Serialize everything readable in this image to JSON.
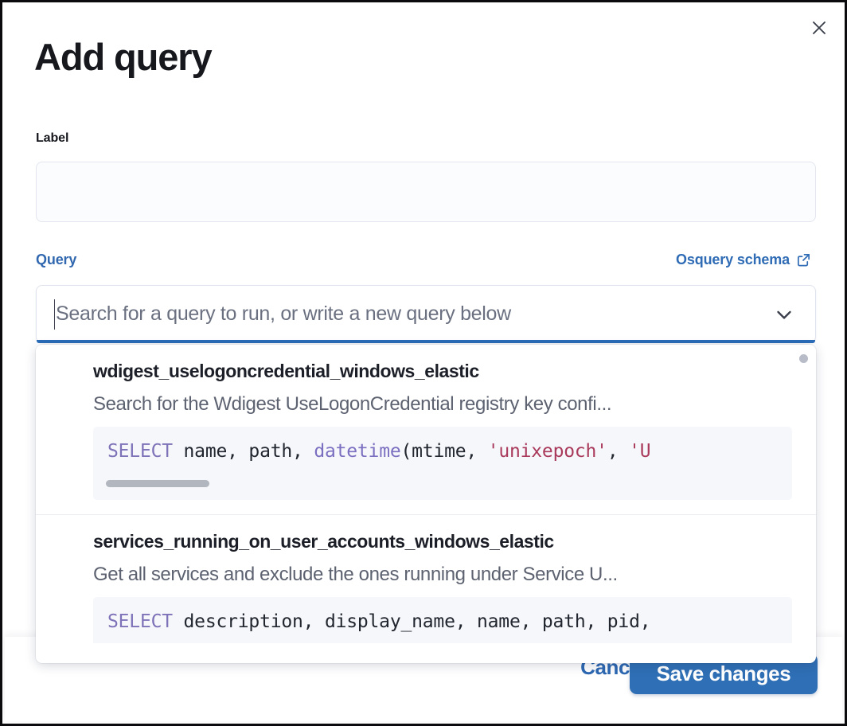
{
  "modal": {
    "title": "Add query",
    "close_icon": "close-icon"
  },
  "form": {
    "label_field": {
      "label": "Label",
      "value": "",
      "placeholder": ""
    },
    "query_section": {
      "label": "Query",
      "schema_link": {
        "text": "Osquery schema",
        "icon": "external-link-icon"
      },
      "combobox": {
        "placeholder": "Search for a query to run, or write a new query below",
        "value": "",
        "chevron_icon": "chevron-down-icon"
      }
    }
  },
  "dropdown": {
    "options": [
      {
        "title": "wdigest_uselogoncredential_windows_elastic",
        "description": "Search for the Wdigest UseLogonCredential registry key confi...",
        "code_tokens": [
          {
            "t": "SELECT",
            "c": "kw"
          },
          {
            "t": " name, path, ",
            "c": "plain"
          },
          {
            "t": "datetime",
            "c": "fn"
          },
          {
            "t": "(mtime, ",
            "c": "plain"
          },
          {
            "t": "'unixepoch'",
            "c": "str"
          },
          {
            "t": ", ",
            "c": "plain"
          },
          {
            "t": "'U",
            "c": "str"
          }
        ],
        "has_scrollbar": true
      },
      {
        "title": "services_running_on_user_accounts_windows_elastic",
        "description": "Get all services and exclude the ones running under Service U...",
        "code_tokens": [
          {
            "t": "SELECT",
            "c": "kw"
          },
          {
            "t": " description, display_name, name, path, pid,",
            "c": "plain"
          }
        ],
        "has_scrollbar": false
      }
    ]
  },
  "footer": {
    "cancel_label": "Cancel",
    "save_label": "Save changes"
  },
  "colors": {
    "accent_blue": "#2f6fb5",
    "link_blue": "#2d68b2",
    "focus_underline": "#2b6cb8",
    "code_bg": "#f6f7fb",
    "keyword_purple": "#7e72b8",
    "string_crimson": "#a93a5b",
    "title_dark": "#16181d",
    "muted_text": "#5d6271"
  }
}
